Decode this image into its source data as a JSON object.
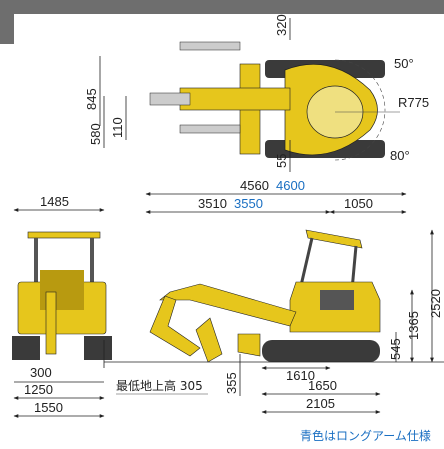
{
  "colors": {
    "body": "#e6c61c",
    "body_dark": "#b89a10",
    "track": "#3a3a3a",
    "metal": "#888888",
    "accent_blue": "#1a6fc2",
    "line": "#222222",
    "header_band": "#6e6e6e"
  },
  "top_view": {
    "dims": {
      "d320": "320",
      "d845": "845",
      "d580": "580",
      "d110": "110",
      "d55": "55",
      "r775": "R775",
      "a50": "50°",
      "a80": "80°"
    }
  },
  "side_view": {
    "dims": {
      "overall_length": "4560",
      "overall_length_long": "4600",
      "front_reach": "3510",
      "front_reach_long": "3550",
      "rear": "1050",
      "height": "2520",
      "h1365": "1365",
      "h545": "545",
      "clearance_label": "最低地上高 305",
      "d355": "355",
      "d1610": "1610",
      "d1650": "1650",
      "d2105": "2105"
    }
  },
  "front_view": {
    "dims": {
      "width_top": "1485",
      "d300": "300",
      "d1250": "1250",
      "d1550": "1550"
    }
  },
  "footnote": "青色はロングアーム仕様"
}
